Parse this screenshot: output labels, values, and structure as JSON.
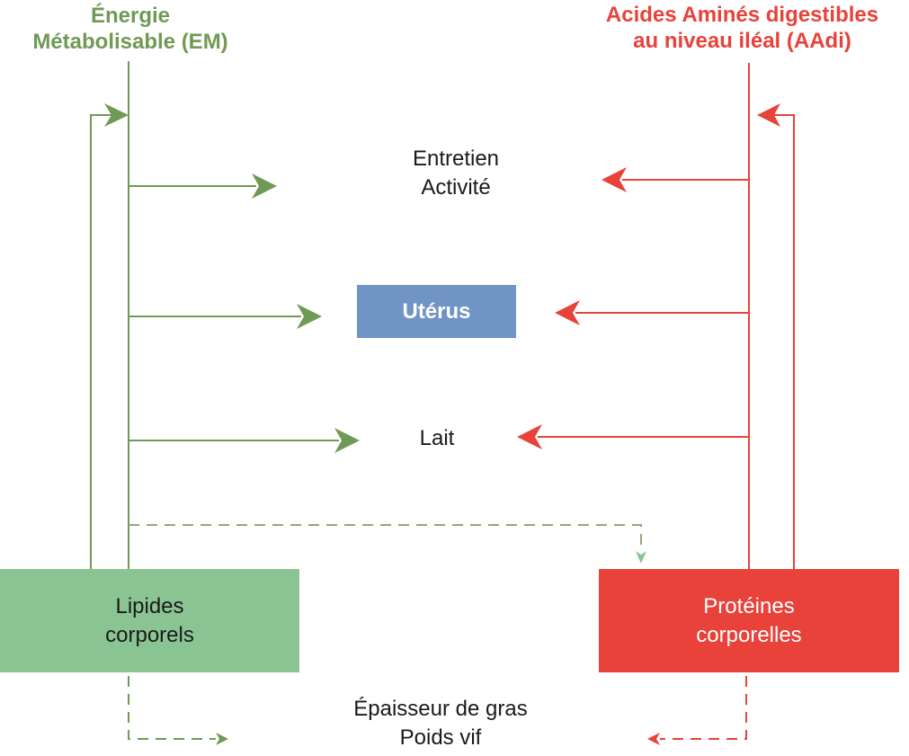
{
  "sources": {
    "energy": {
      "line1": "Énergie",
      "line2": "Métabolisable (EM)",
      "color": "#6f9a55"
    },
    "amino_acids": {
      "line1": "Acides Aminés digestibles",
      "line2": "au niveau iléal (AAdi)",
      "color": "#e8423a"
    }
  },
  "destinations": {
    "maintenance": {
      "line1": "Entretien",
      "line2": "Activité"
    },
    "uterus": {
      "label": "Utérus",
      "color": "#7094c4"
    },
    "milk": {
      "label": "Lait"
    }
  },
  "stores": {
    "lipids": {
      "line1": "Lipides",
      "line2": "corporels",
      "color": "#8bc493"
    },
    "proteins": {
      "line1": "Protéines",
      "line2": "corporelles",
      "color": "#e8423a"
    }
  },
  "outcomes": {
    "line1": "Épaisseur de gras",
    "line2": "Poids vif"
  }
}
